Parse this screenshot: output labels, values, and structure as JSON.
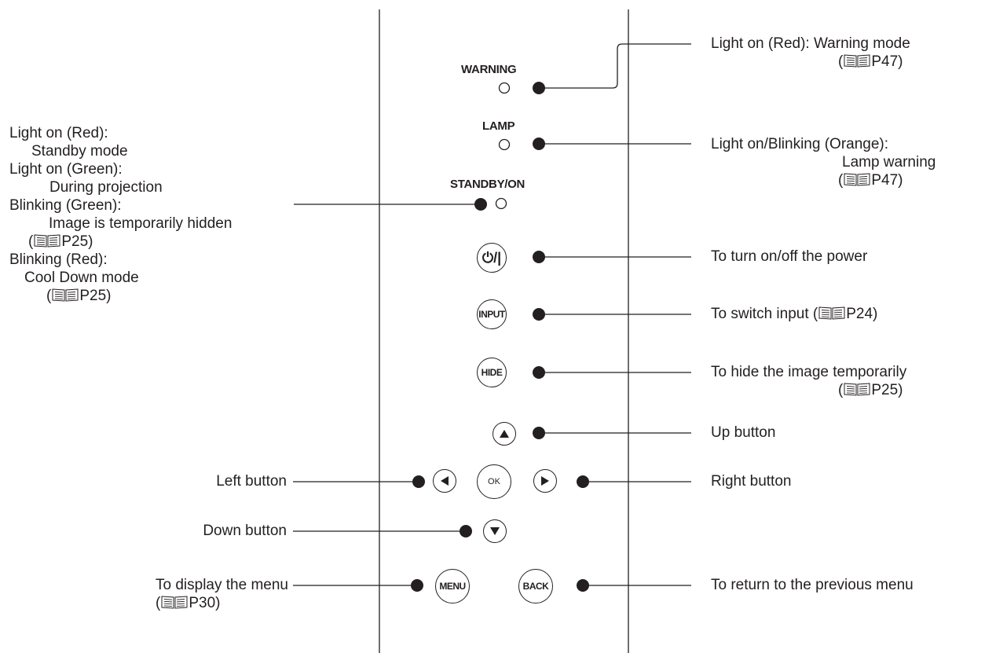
{
  "panel": {
    "warning_label": "WARNING",
    "lamp_label": "LAMP",
    "standby_label": "STANDBY/ON"
  },
  "buttons": {
    "power": "⏻/|",
    "input": "INPUT",
    "hide": "HIDE",
    "ok": "OK",
    "menu": "MENU",
    "back": "BACK"
  },
  "callouts": {
    "warning": {
      "line1": "Light on (Red): Warning mode",
      "ref": "P47"
    },
    "lamp": {
      "line1": "Light on/Blinking (Orange):",
      "line2": "Lamp warning",
      "ref": "P47"
    },
    "standby": {
      "l1": "Light on (Red):",
      "l2": "Standby mode",
      "l3": "Light on (Green):",
      "l4": "During projection",
      "l5": "Blinking (Green):",
      "l6": "Image is temporarily hidden",
      "ref1": "P25",
      "l7": "Blinking (Red):",
      "l8": "Cool Down mode",
      "ref2": "P25"
    },
    "power": "To turn on/off the power",
    "input": {
      "text": "To switch input (",
      "ref": "P24",
      "close": ")"
    },
    "hide": {
      "text": "To hide the image temporarily",
      "ref": "P25"
    },
    "up": "Up button",
    "left": "Left button",
    "right": "Right button",
    "down": "Down button",
    "menu": {
      "text": "To display the menu",
      "ref": "P30"
    },
    "back": "To return to the previous menu"
  },
  "book_icon": "book-reference-icon"
}
